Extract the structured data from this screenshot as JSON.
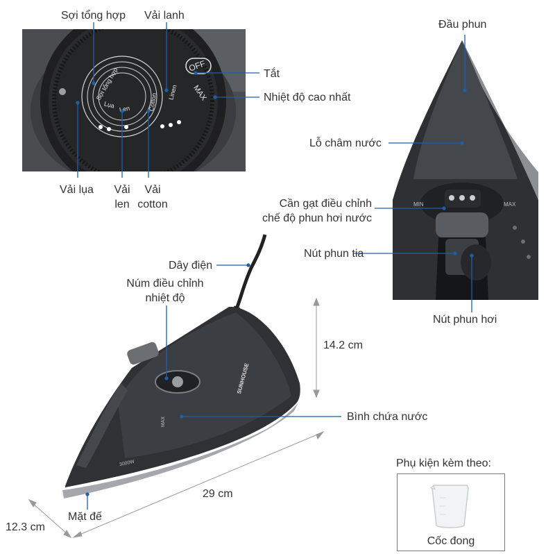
{
  "dial": {
    "labels": {
      "synthetic": "Sợi tổng hợp",
      "linen": "Vải lanh",
      "off": "Tắt",
      "max": "Nhiệt độ cao nhất",
      "silk": "Vải lụa",
      "wool_line1": "Vải",
      "wool_line2": "len",
      "cotton_line1": "Vải",
      "cotton_line2": "cotton"
    },
    "printed": {
      "off": "OFF",
      "max": "MAX",
      "linen": "Linen",
      "cotton": "Cotton",
      "wool": "Len",
      "silk": "Lụa",
      "synthetic": "Sợi tổng hợp"
    }
  },
  "tip": {
    "labels": {
      "nozzle": "Đầu phun",
      "drip": "Lỗ châm nước",
      "lever_line1": "Cần gạt điều chỉnh",
      "lever_line2": "chế độ phun hơi nước",
      "spray": "Nút phun tia",
      "steam": "Nút phun hơi"
    },
    "printed": {
      "min": "MIN",
      "max": "MAX"
    }
  },
  "main": {
    "labels": {
      "cord": "Dây điện",
      "knob_line1": "Núm điều chỉnh",
      "knob_line2": "nhiệt độ",
      "height": "14.2 cm",
      "tank": "Bình chứa nước",
      "length": "29 cm",
      "width": "12.3 cm",
      "soleplate": "Mặt đế"
    },
    "printed": {
      "brand": "SUNHOUSE",
      "power": "3000W",
      "max": "MAX"
    }
  },
  "accessory": {
    "title": "Phụ kiện kèm theo:",
    "item": "Cốc đong"
  },
  "colors": {
    "body_dark": "#2b2d30",
    "body_gray": "#4a4d52",
    "soleplate": "#a4a7ab",
    "leader": "#1f5fa8",
    "dim_line": "#999999"
  }
}
